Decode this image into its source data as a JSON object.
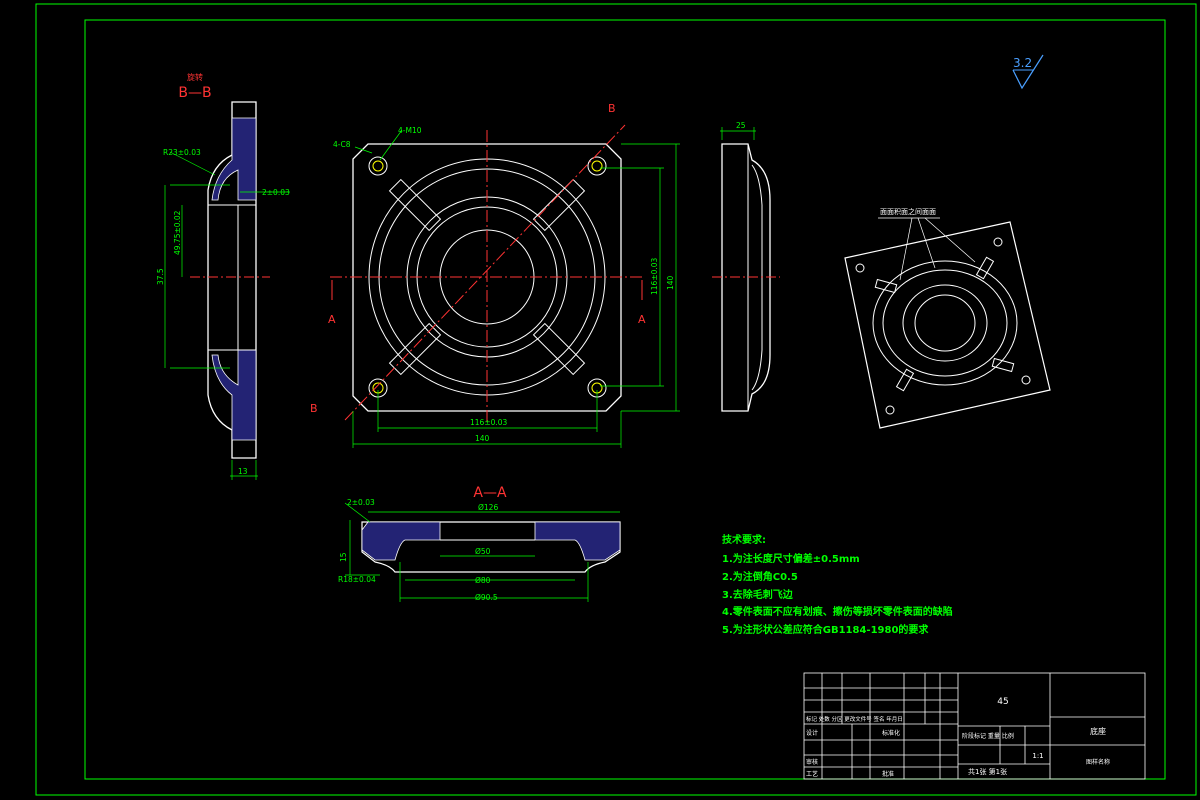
{
  "drawing": {
    "section_bb": {
      "tag": "旋转",
      "label": "B—B",
      "d_r23": "R23±0.03",
      "d_2": "2±0.03",
      "d_4975": "49.75±0.02",
      "d_375": "37.5",
      "d_13": "13"
    },
    "front_view": {
      "d_4c8": "4-C8",
      "d_4m10": "4-M10",
      "d_116v": "116±0.03",
      "d_140v": "140",
      "d_116h": "116±0.03",
      "d_140h": "140",
      "mark_a": "A",
      "mark_b": "B"
    },
    "side_view": {
      "d_25": "25"
    },
    "iso_view": {
      "note": "面面积面之间面面"
    },
    "section_aa": {
      "label": "A—A",
      "d_2": "2±0.03",
      "d_126": "Ø126",
      "d_50": "Ø50",
      "d_80": "Ø80",
      "d_905": "Ø90.5",
      "d_r18": "R18±0.04",
      "d_15": "15"
    },
    "roughness": "3.2",
    "tech": {
      "title": "技术要求:",
      "items": [
        "1.为注长度尺寸偏差±0.5mm",
        "2.为注倒角C0.5",
        "3.去除毛刺飞边",
        "4.零件表面不应有划痕、擦伤等损坏零件表面的缺陷",
        "5.为注形状公差应符合GB1184-1980的要求"
      ]
    },
    "title_block": {
      "material": "45",
      "part_name": "底座",
      "scale": "1:1",
      "sheet": "共1张 第1张",
      "mark_row": "标记 处数 分区 更改文件号 签名 年月日",
      "design": "设计",
      "std": "标准化",
      "check": "审核",
      "process": "工艺",
      "approve": "批准",
      "stage": "阶段标记 重量 比例",
      "org": "图样名称"
    }
  }
}
